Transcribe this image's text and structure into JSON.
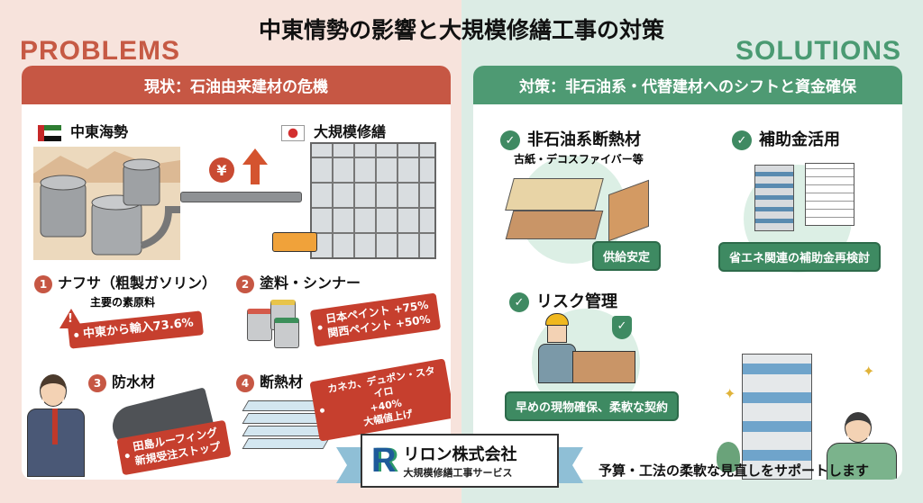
{
  "title": "中東情勢の影響と大規模修繕工事の対策",
  "problems": {
    "label": "PROBLEMS",
    "header": "現状：石油由来建材の危機",
    "middle_east_label": "中東海勢",
    "japan_label": "大規模修繕",
    "yen_symbol": "¥",
    "items": [
      {
        "num": "1",
        "title": "ナフサ（粗製ガソリン）",
        "subtitle": "主要の素原料",
        "tag": "中東から輸入73.6%"
      },
      {
        "num": "2",
        "title": "塗料・シンナー",
        "tag_lines": [
          "日本ペイント +75%",
          "関西ペイント +50%"
        ]
      },
      {
        "num": "3",
        "title": "防水材",
        "tag_lines": [
          "田島ルーフィング",
          "新規受注ストップ"
        ]
      },
      {
        "num": "4",
        "title": "断熱材",
        "tag_lines": [
          "カネカ、デュポン・スタイロ",
          "+40%",
          "大幅値上げ"
        ]
      }
    ],
    "warning_icon": "!"
  },
  "solutions": {
    "label": "SOLUTIONS",
    "header": "対策：非石油系・代替建材へのシフトと資金確保",
    "items": [
      {
        "title": "非石油系断熱材",
        "subtitle": "古紙・デコスファイバー等",
        "pill": "供給安定"
      },
      {
        "title": "補助金活用",
        "pill": "省エネ関連の補助金再検討"
      },
      {
        "title": "リスク管理",
        "pill": "早めの現物確保、柔軟な契約"
      }
    ],
    "check_icon": "✓"
  },
  "company": {
    "logo_letter": "R",
    "name": "リロン株式会社",
    "service": "大規模修繕工事サービス"
  },
  "footer": "予算・工法の柔軟な見直しをサポートします"
}
